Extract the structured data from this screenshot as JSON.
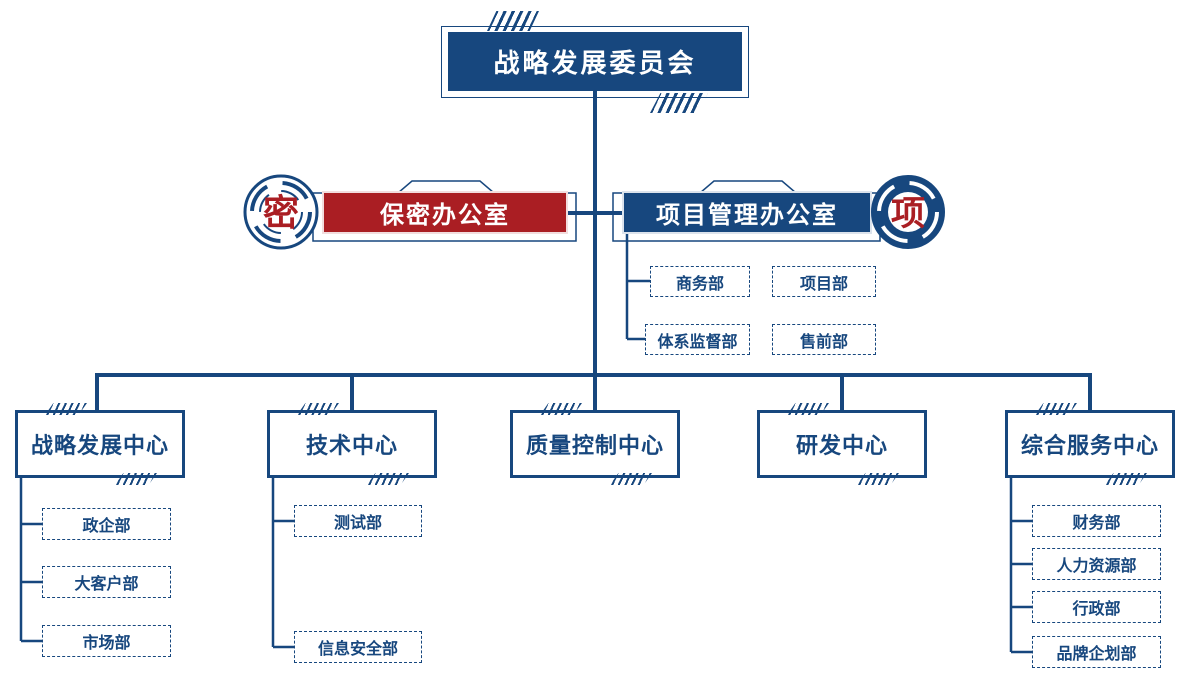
{
  "colors": {
    "blue": "#17477E",
    "red": "#AA1E23",
    "background": "#FFFFFF"
  },
  "root": {
    "label": "战略发展委员会"
  },
  "offices": {
    "secrecy": {
      "label": "保密办公室",
      "badge": "密"
    },
    "pmo": {
      "label": "项目管理办公室",
      "badge": "项",
      "departments": [
        "商务部",
        "项目部",
        "体系监督部",
        "售前部"
      ]
    }
  },
  "centers": [
    {
      "label": "战略发展中心",
      "departments": [
        "政企部",
        "大客户部",
        "市场部"
      ]
    },
    {
      "label": "技术中心",
      "departments": [
        "测试部",
        "信息安全部"
      ]
    },
    {
      "label": "质量控制中心",
      "departments": []
    },
    {
      "label": "研发中心",
      "departments": []
    },
    {
      "label": "综合服务中心",
      "departments": [
        "财务部",
        "人力资源部",
        "行政部",
        "品牌企划部"
      ]
    }
  ]
}
